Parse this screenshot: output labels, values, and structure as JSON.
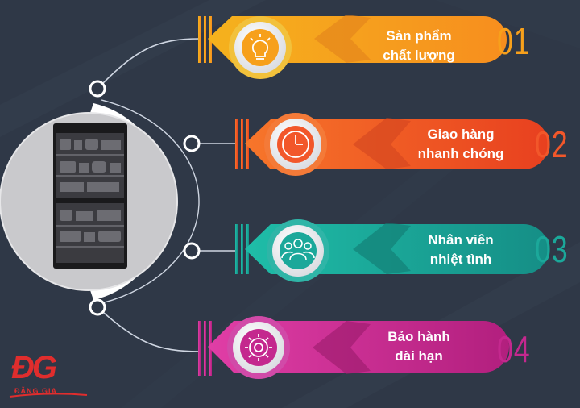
{
  "items": [
    {
      "line1": "Sản phẩm",
      "line2": "chất lượng",
      "number": "01",
      "color": "#f7a01b",
      "icon": "lightbulb-icon"
    },
    {
      "line1": "Giao hàng",
      "line2": "nhanh chóng",
      "number": "02",
      "color": "#f2572a",
      "icon": "clock-icon"
    },
    {
      "line1": "Nhân viên",
      "line2": "nhiệt tình",
      "number": "03",
      "color": "#1ba89a",
      "icon": "team-icon"
    },
    {
      "line1": "Bảo hành",
      "line2": "dài hạn",
      "number": "04",
      "color": "#c4288e",
      "icon": "gear-icon"
    }
  ],
  "product": {
    "name": "dry-cabinet-photo"
  },
  "brand": {
    "mark": "ĐG",
    "name": "ĐẶNG GIA",
    "color": "#e02d2d"
  }
}
